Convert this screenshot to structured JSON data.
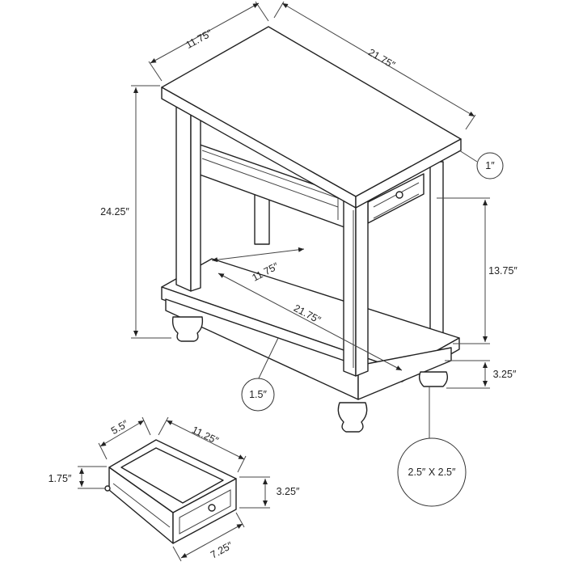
{
  "dimensions": {
    "top_depth": "11.75″",
    "top_width": "21.75″",
    "height_total": "24.25″",
    "top_thickness": "1″",
    "shelf_clearance": "13.75″",
    "shelf_depth": "11.75″",
    "shelf_width": "21.75″",
    "shelf_thickness": "1.5″",
    "foot_height": "3.25″",
    "foot_size": "2.5″ X 2.5″"
  },
  "drawer": {
    "depth": "5.5″",
    "inner_width": "11.25″",
    "inner_height": "1.75″",
    "front_height": "3.25″",
    "front_width": "7.25″"
  }
}
